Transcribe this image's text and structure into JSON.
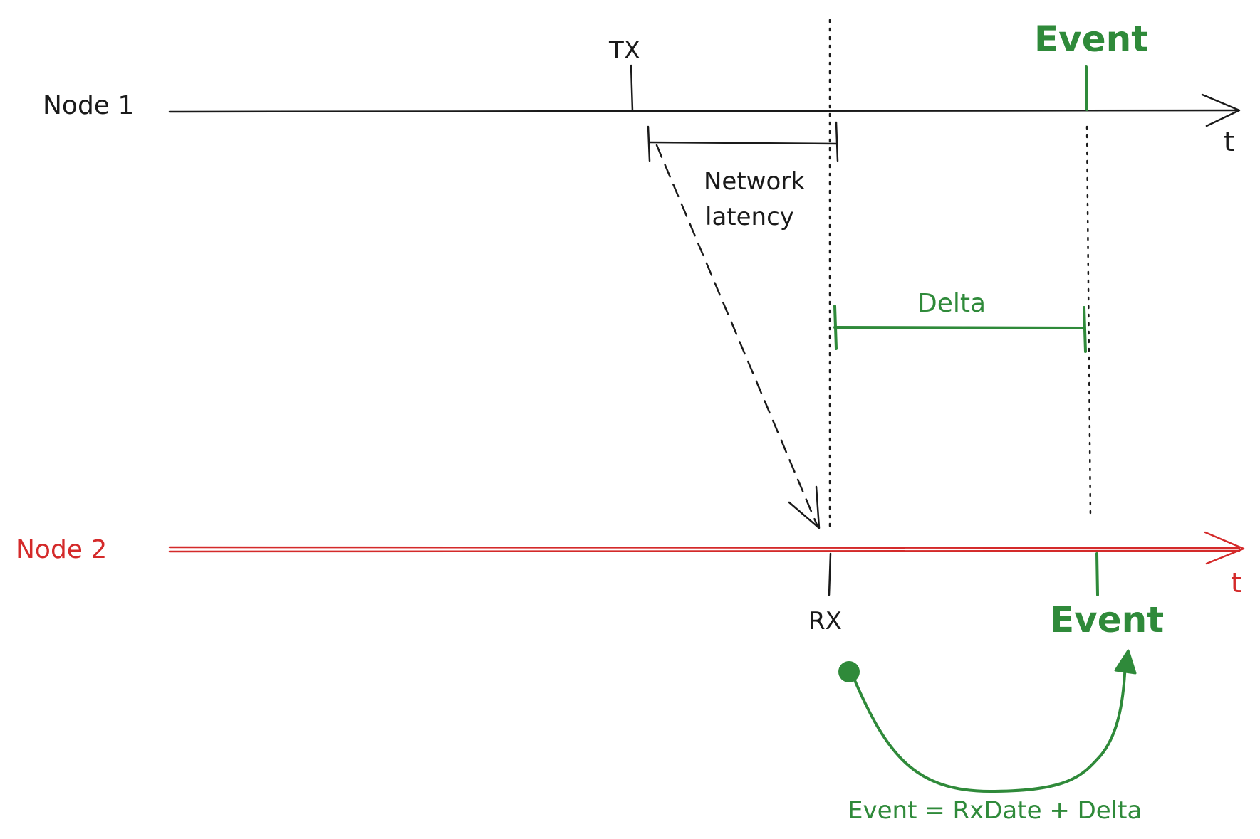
{
  "colors": {
    "ink": "#1a1a1a",
    "node2": "#d42a2a",
    "accent": "#2f8a3a"
  },
  "node1": {
    "label": "Node 1",
    "axis_label": "t",
    "tx_label": "TX",
    "event_label": "Event"
  },
  "node2": {
    "label": "Node 2",
    "axis_label": "t",
    "rx_label": "RX",
    "event_label": "Event"
  },
  "latency": {
    "line1": "Network",
    "line2": "latency"
  },
  "delta": {
    "label": "Delta"
  },
  "formula": {
    "text": "Event = RxDate + Delta"
  }
}
